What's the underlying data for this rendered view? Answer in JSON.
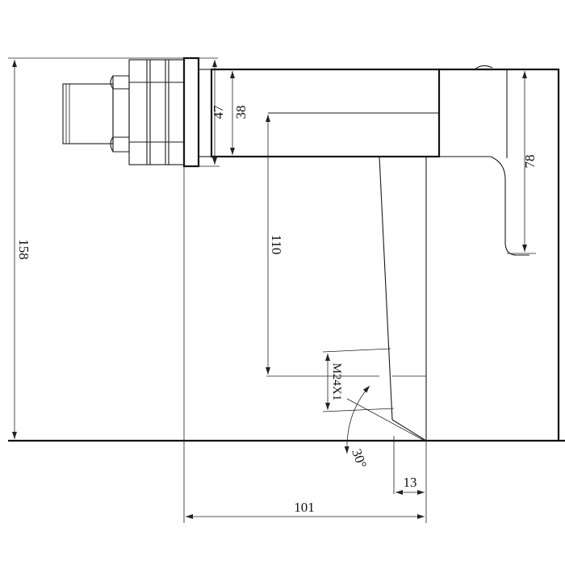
{
  "dimensions": {
    "overall_height": "158",
    "flange_height": "47",
    "body_height": "38",
    "spout_drop": "110",
    "lever_height": "78",
    "thread": "M24X1",
    "angle": "30°",
    "outlet_offset": "13",
    "base_length": "101"
  },
  "colors": {
    "line": "#1a1a1a",
    "background": "#ffffff"
  }
}
